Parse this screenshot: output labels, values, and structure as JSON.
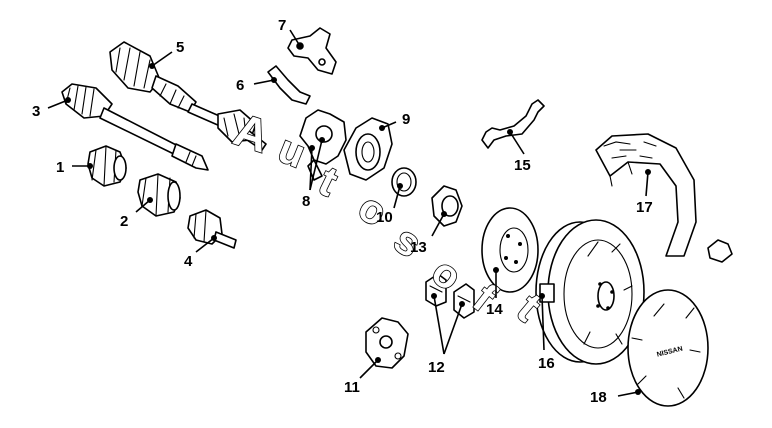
{
  "diagram": {
    "watermark_letters": [
      "A",
      "u",
      "t",
      "o",
      "s",
      "o",
      "f",
      "t"
    ],
    "hubcap_brand": "NISSAN",
    "callouts": [
      {
        "id": "c1",
        "label": "1"
      },
      {
        "id": "c2",
        "label": "2"
      },
      {
        "id": "c3",
        "label": "3"
      },
      {
        "id": "c4",
        "label": "4"
      },
      {
        "id": "c5",
        "label": "5"
      },
      {
        "id": "c6",
        "label": "6"
      },
      {
        "id": "c7",
        "label": "7"
      },
      {
        "id": "c8",
        "label": "8"
      },
      {
        "id": "c9",
        "label": "9"
      },
      {
        "id": "c10",
        "label": "10"
      },
      {
        "id": "c11",
        "label": "11"
      },
      {
        "id": "c12",
        "label": "12"
      },
      {
        "id": "c13",
        "label": "13"
      },
      {
        "id": "c14",
        "label": "14"
      },
      {
        "id": "c15",
        "label": "15"
      },
      {
        "id": "c16",
        "label": "16"
      },
      {
        "id": "c17",
        "label": "17"
      },
      {
        "id": "c18",
        "label": "18"
      }
    ]
  }
}
